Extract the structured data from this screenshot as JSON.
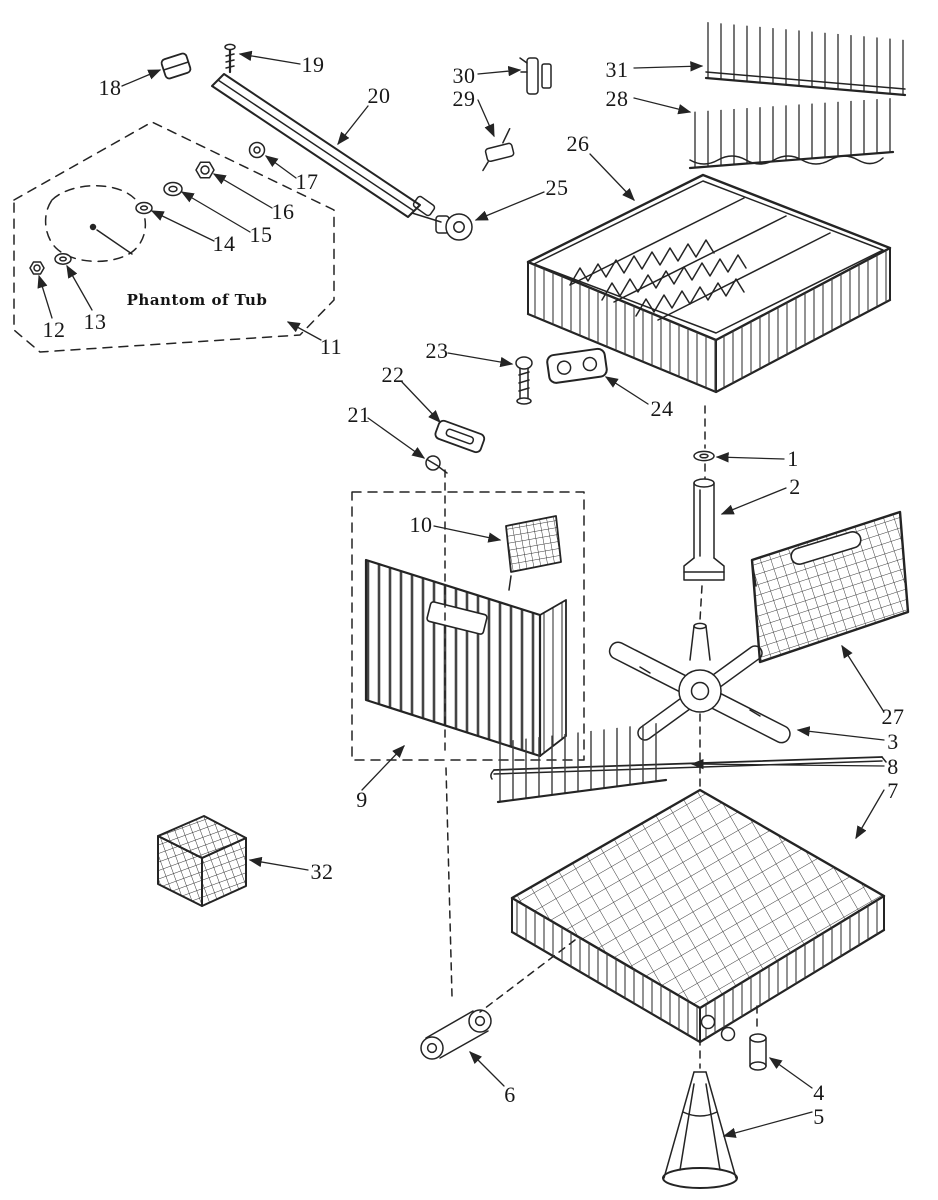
{
  "diagram": {
    "phantom_label": "Phantom of Tub",
    "parts": {
      "1": "1",
      "2": "2",
      "3": "3",
      "4": "4",
      "5": "5",
      "6": "6",
      "7": "7",
      "8": "8",
      "9": "9",
      "10": "10",
      "11": "11",
      "12": "12",
      "13": "13",
      "14": "14",
      "15": "15",
      "16": "16",
      "17": "17",
      "18": "18",
      "19": "19",
      "20": "20",
      "21": "21",
      "22": "22",
      "23": "23",
      "24": "24",
      "25": "25",
      "26": "26",
      "27": "27",
      "28": "28",
      "29": "29",
      "30": "30",
      "31": "31",
      "32": "32"
    }
  }
}
